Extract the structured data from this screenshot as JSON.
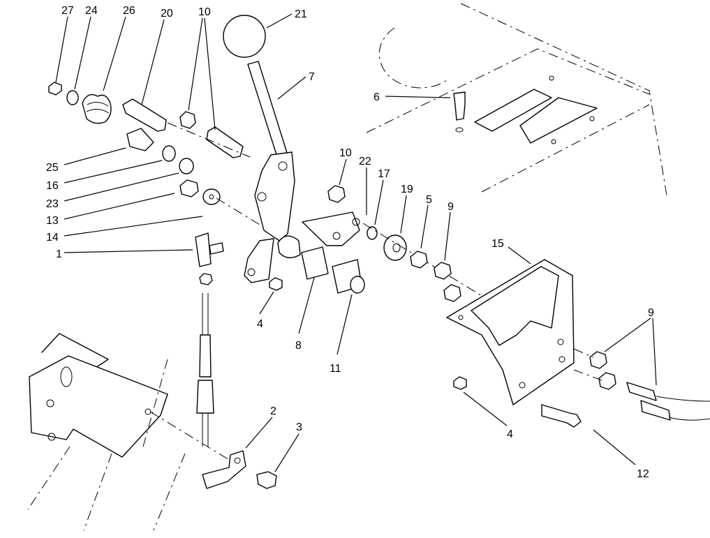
{
  "callouts": {
    "c1": "1",
    "c2": "2",
    "c3": "3",
    "c4a": "4",
    "c4b": "4",
    "c5": "5",
    "c6": "6",
    "c7": "7",
    "c8": "8",
    "c9a": "9",
    "c9b": "9",
    "c10a": "10",
    "c10b": "10",
    "c11": "11",
    "c12": "12",
    "c13": "13",
    "c14": "14",
    "c15": "15",
    "c16": "16",
    "c17": "17",
    "c19": "19",
    "c20": "20",
    "c21": "21",
    "c22": "22",
    "c23": "23",
    "c24": "24",
    "c25": "25",
    "c26": "26",
    "c27": "27"
  }
}
